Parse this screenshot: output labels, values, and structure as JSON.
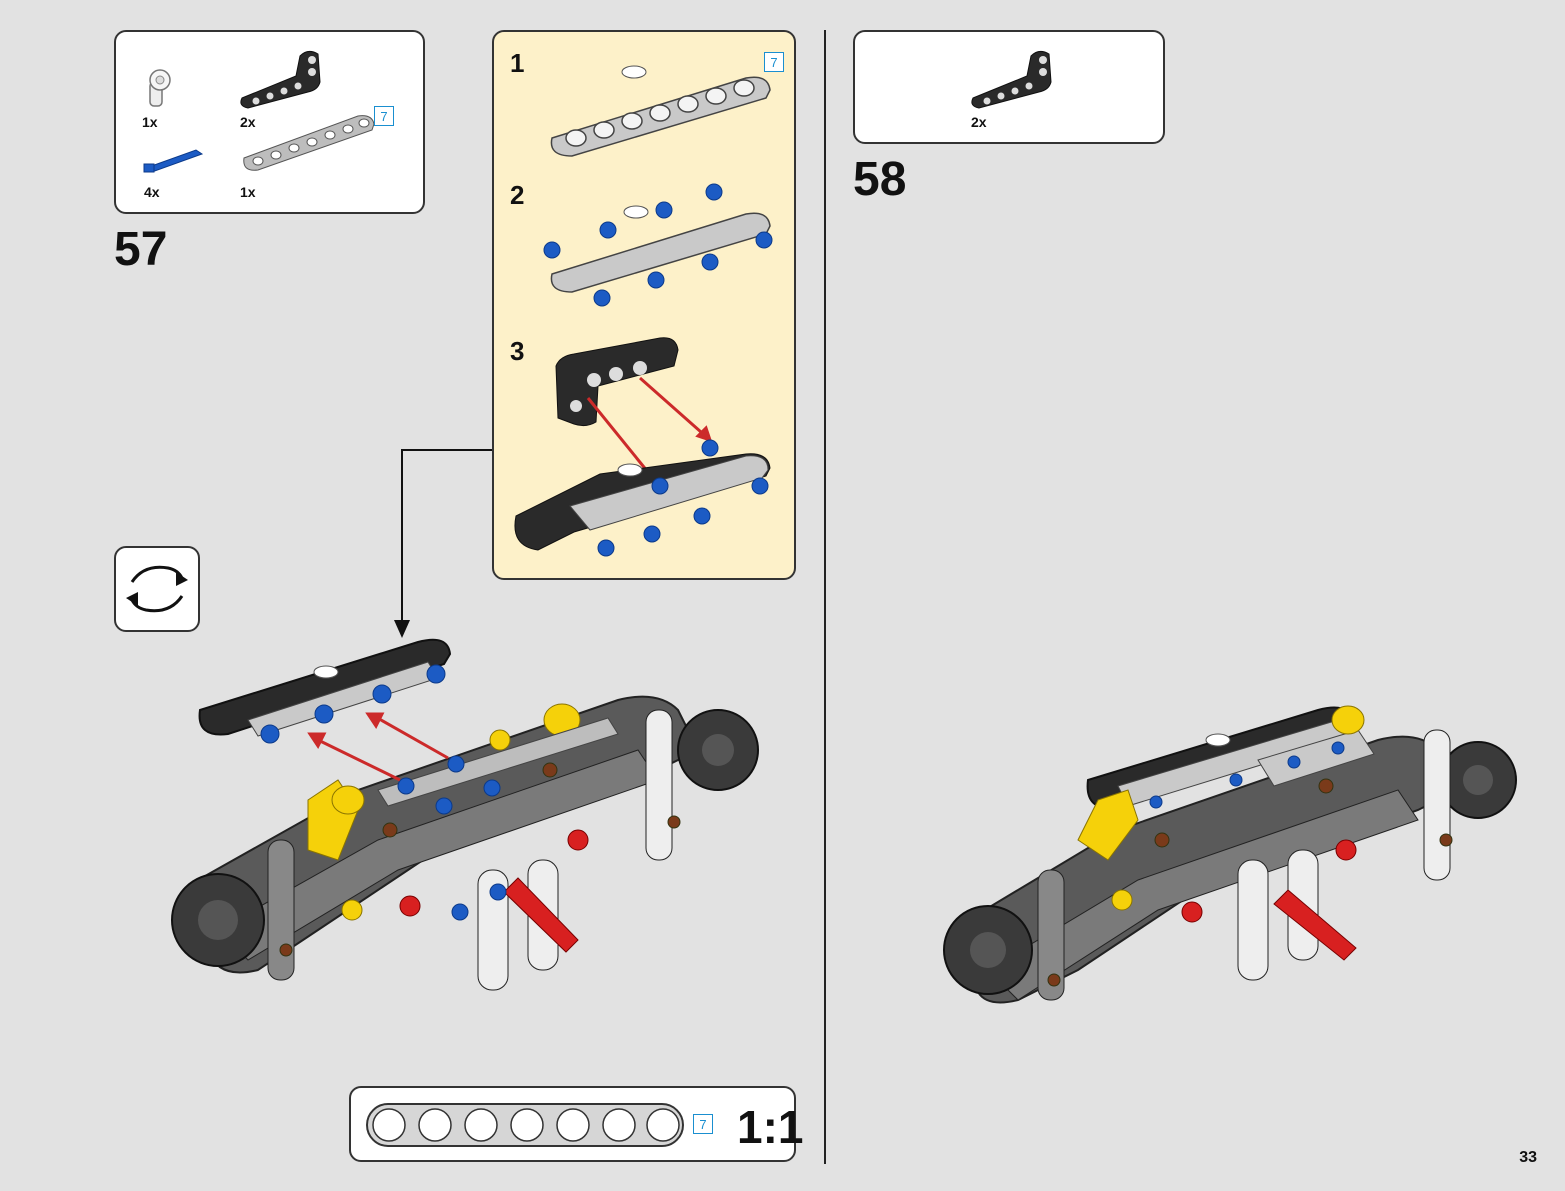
{
  "step57": {
    "number": "57",
    "parts": [
      {
        "qty": "1x",
        "icon": "connector-pin-icon"
      },
      {
        "qty": "2x",
        "icon": "angle-beam-icon"
      },
      {
        "qty": "4x",
        "icon": "blue-pin-icon"
      },
      {
        "qty": "1x",
        "icon": "beam-7-icon"
      }
    ],
    "beam_length_tag": "7",
    "substeps": {
      "s1": "1",
      "s1_tag": "7",
      "s2": "2",
      "s3": "3"
    }
  },
  "step58": {
    "number": "58",
    "parts": [
      {
        "qty": "2x",
        "icon": "angle-beam-icon"
      }
    ]
  },
  "scale": {
    "tag": "7",
    "label": "1:1"
  },
  "page_number": "33",
  "colors": {
    "background": "#e2e2e2",
    "callout": "#fdf1c9",
    "length_tag": "#1a8fd0",
    "pin_blue": "#1c5bc4",
    "beam_gray": "#bdbdbd",
    "beam_dark": "#2a2a2a",
    "arrow_red": "#cc2a2a",
    "accent_yellow": "#f5d10a"
  }
}
